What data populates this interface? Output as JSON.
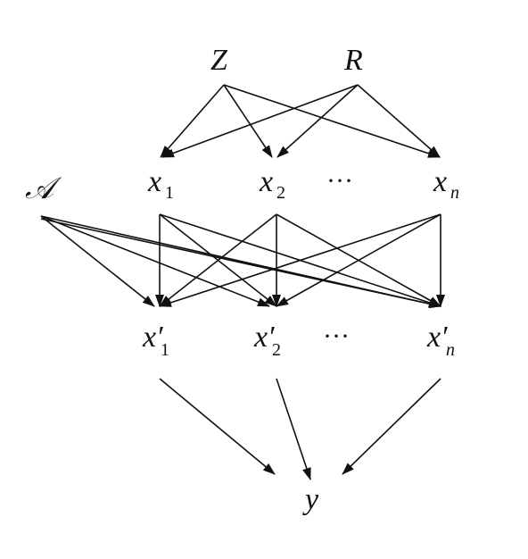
{
  "diagram": {
    "nodes": {
      "Z": {
        "label": "Z"
      },
      "R": {
        "label": "R"
      },
      "A": {
        "label": "𝒜"
      },
      "x1": {
        "base": "x",
        "sub": "1"
      },
      "x2": {
        "base": "x",
        "sub": "2"
      },
      "xdots": {
        "label": "···"
      },
      "xn": {
        "base": "x",
        "sub": "n"
      },
      "xp1": {
        "base": "x′",
        "sub": "1"
      },
      "xp2": {
        "base": "x′",
        "sub": "2"
      },
      "xpdots": {
        "label": "···"
      },
      "xpn": {
        "base": "x′",
        "sub": "n"
      },
      "y": {
        "label": "y"
      }
    },
    "edges": [
      [
        "Z",
        "x1"
      ],
      [
        "Z",
        "x2"
      ],
      [
        "Z",
        "xn"
      ],
      [
        "R",
        "x1"
      ],
      [
        "R",
        "x2"
      ],
      [
        "R",
        "xn"
      ],
      [
        "A",
        "xp1"
      ],
      [
        "A",
        "xp2"
      ],
      [
        "A",
        "xpn"
      ],
      [
        "A",
        "xpn"
      ],
      [
        "x1",
        "xp1"
      ],
      [
        "x1",
        "xp2"
      ],
      [
        "x1",
        "xpn"
      ],
      [
        "x2",
        "xp1"
      ],
      [
        "x2",
        "xp2"
      ],
      [
        "x2",
        "xpn"
      ],
      [
        "xn",
        "xp1"
      ],
      [
        "xn",
        "xp2"
      ],
      [
        "xn",
        "xpn"
      ],
      [
        "xp1",
        "y"
      ],
      [
        "xp2",
        "y"
      ],
      [
        "xpn",
        "y"
      ]
    ]
  }
}
